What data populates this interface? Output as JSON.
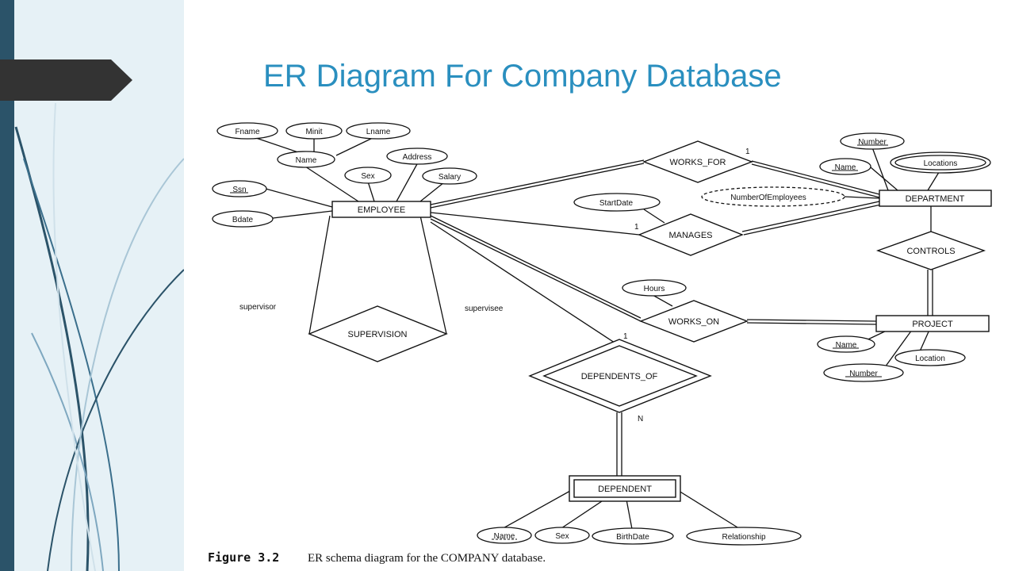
{
  "slide": {
    "title": "ER Diagram For Company Database",
    "accent_color": "#2a8fbf",
    "left_bar_color": "#2b5369",
    "title_tab_color": "#333333"
  },
  "diagram": {
    "entities": {
      "employee": "EMPLOYEE",
      "department": "DEPARTMENT",
      "project": "PROJECT",
      "dependent": "DEPENDENT"
    },
    "relationships": {
      "works_for": "WORKS_FOR",
      "manages": "MANAGES",
      "controls": "CONTROLS",
      "works_on": "WORKS_ON",
      "supervision": "SUPERVISION",
      "dependents_of": "DEPENDENTS_OF"
    },
    "attributes": {
      "fname": "Fname",
      "minit": "Minit",
      "lname": "Lname",
      "name": "Name",
      "sex": "Sex",
      "address": "Address",
      "salary": "Salary",
      "ssn": "Ssn",
      "bdate": "Bdate",
      "dept_number": "Number",
      "dept_name": "Name",
      "locations": "Locations",
      "number_of_employees": "NumberOfEmployees",
      "start_date": "StartDate",
      "hours": "Hours",
      "proj_name": "Name",
      "proj_location": "Location",
      "proj_number": "Number",
      "dep_name": "Name",
      "dep_sex": "Sex",
      "birth_date": "BirthDate",
      "relationship": "Relationship"
    },
    "roles": {
      "supervisor": "supervisor",
      "supervisee": "supervisee"
    },
    "cardinalities": {
      "works_for_1": "1",
      "manages_1": "1",
      "dependents_of_1": "1",
      "dependents_of_n": "N"
    },
    "caption_number": "Figure 3.2",
    "caption_text": "ER schema diagram for the COMPANY database."
  }
}
